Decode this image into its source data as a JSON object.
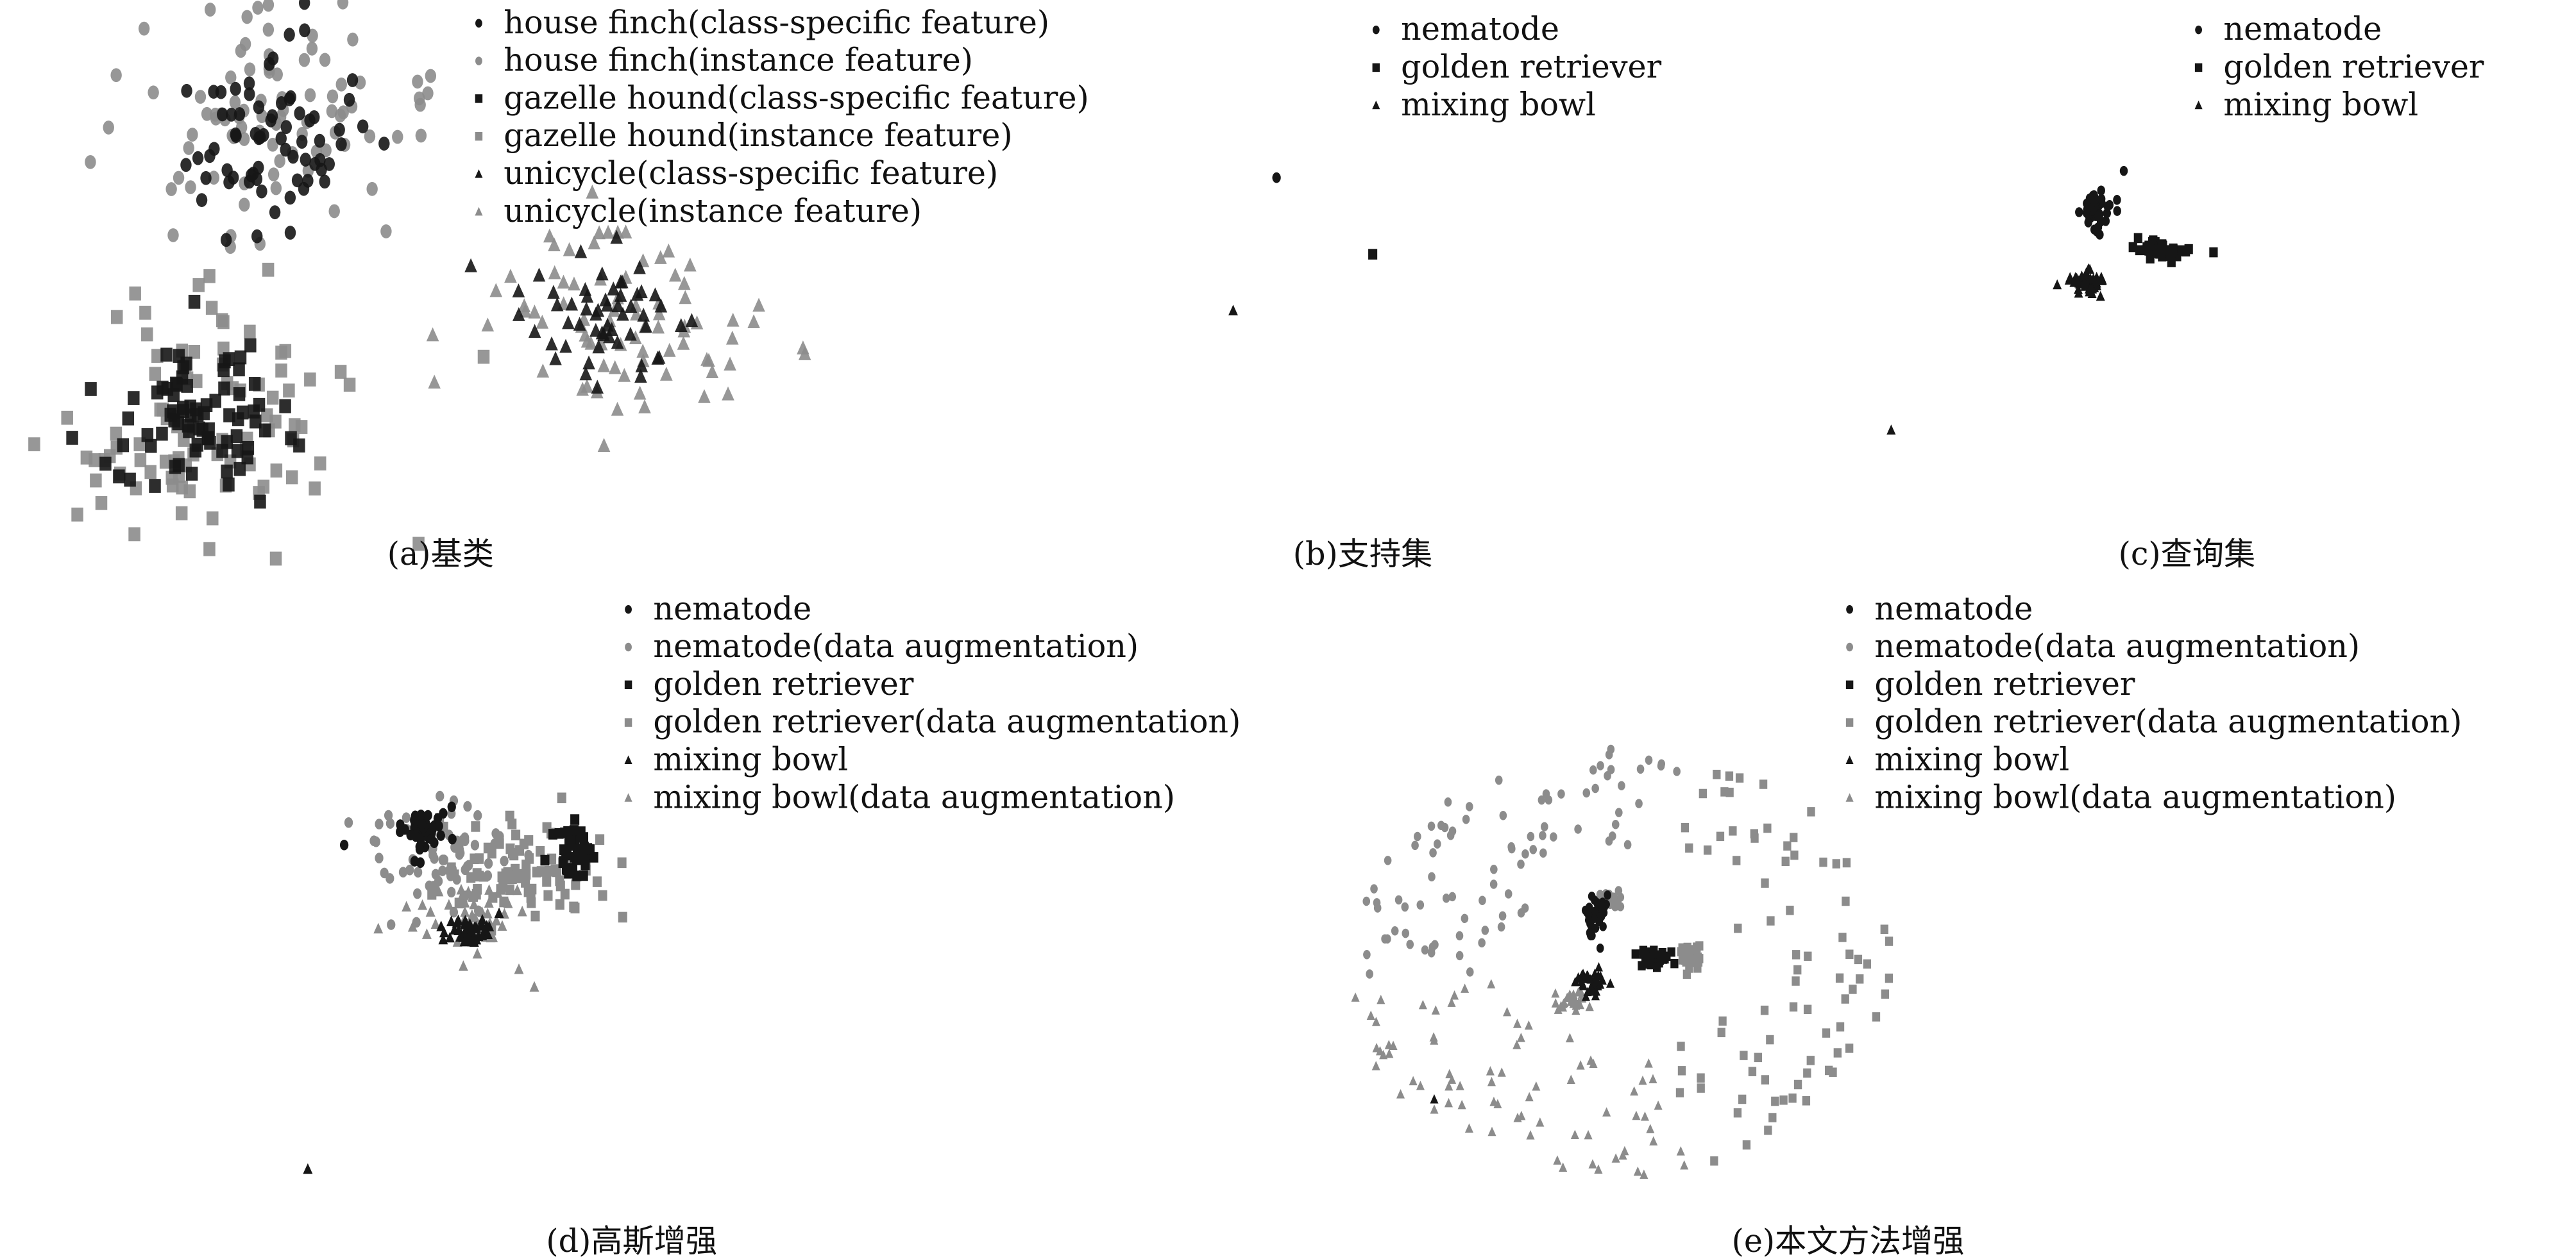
{
  "chart_data": [
    {
      "id": "a",
      "type": "scatter",
      "caption": "(a)基类",
      "xlim": [
        -50,
        50
      ],
      "ylim": [
        -50,
        50
      ],
      "grid": false,
      "legend_placement": "top-right",
      "series": [
        {
          "name": "house finch(class-specific feature)",
          "marker": "circle",
          "color": "#161616",
          "clusters": [
            {
              "cx": -21,
              "cy": 29,
              "sx": 7,
              "sy": 9,
              "n": 70
            }
          ]
        },
        {
          "name": "house finch(instance feature)",
          "marker": "circle",
          "color": "#8c8c8c",
          "clusters": [
            {
              "cx": -21,
              "cy": 29,
              "sx": 12,
              "sy": 14,
              "n": 90
            }
          ]
        },
        {
          "name": "gazelle hound(class-specific feature)",
          "marker": "square",
          "color": "#161616",
          "clusters": [
            {
              "cx": -31.6,
              "cy": -29.3,
              "sx": 7,
              "sy": 8,
              "n": 80
            }
          ]
        },
        {
          "name": "gazelle hound(instance feature)",
          "marker": "square",
          "color": "#8c8c8c",
          "clusters": [
            {
              "cx": -31.6,
              "cy": -29.3,
              "sx": 12,
              "sy": 14,
              "n": 90
            },
            {
              "cx": 13.4,
              "cy": -17.2,
              "sx": 0,
              "sy": 0,
              "n": 1
            }
          ]
        },
        {
          "name": "unicycle(class-specific feature)",
          "marker": "triangle",
          "color": "#161616",
          "clusters": [
            {
              "cx": 33,
              "cy": -10.3,
              "sx": 7,
              "sy": 7,
              "n": 55
            }
          ]
        },
        {
          "name": "unicycle(instance feature)",
          "marker": "triangle",
          "color": "#8c8c8c",
          "clusters": [
            {
              "cx": 33,
              "cy": -10.3,
              "sx": 12,
              "sy": 10,
              "n": 80
            }
          ]
        }
      ]
    },
    {
      "id": "b",
      "type": "scatter",
      "caption": "(b)支持集",
      "xlim": [
        -50,
        50
      ],
      "ylim": [
        -50,
        50
      ],
      "grid": false,
      "legend_placement": "top-right",
      "series": [
        {
          "name": "nematode",
          "marker": "circle",
          "color": "#161616",
          "clusters": [
            {
              "cx": -27.3,
              "cy": 20,
              "sx": 0,
              "sy": 0,
              "n": 1
            }
          ]
        },
        {
          "name": "golden retriever",
          "marker": "square",
          "color": "#161616",
          "clusters": [
            {
              "cx": -8,
              "cy": 4.1,
              "sx": 0,
              "sy": 0,
              "n": 1
            }
          ]
        },
        {
          "name": "mixing bowl",
          "marker": "triangle",
          "color": "#161616",
          "clusters": [
            {
              "cx": -36,
              "cy": -7.6,
              "sx": 0,
              "sy": 0,
              "n": 1
            }
          ]
        }
      ]
    },
    {
      "id": "c",
      "type": "scatter",
      "caption": "(c)查询集",
      "xlim": [
        -50,
        50
      ],
      "ylim": [
        -50,
        50
      ],
      "grid": false,
      "legend_placement": "top-right",
      "series": [
        {
          "name": "nematode",
          "marker": "circle",
          "color": "#161616",
          "clusters": [
            {
              "cx": -9.5,
              "cy": 12.8,
              "sx": 1.3,
              "sy": 2.5,
              "n": 45
            },
            {
              "cx": -5.5,
              "cy": 21.4,
              "sx": 0,
              "sy": 0,
              "n": 1
            }
          ]
        },
        {
          "name": "golden retriever",
          "marker": "square",
          "color": "#161616",
          "clusters": [
            {
              "cx": 0,
              "cy": 4.8,
              "sx": 1.5,
              "sy": 1.3,
              "n": 45
            },
            {
              "cx": 8,
              "cy": 4.5,
              "sx": 0,
              "sy": 0,
              "n": 1
            }
          ]
        },
        {
          "name": "mixing bowl",
          "marker": "triangle",
          "color": "#161616",
          "clusters": [
            {
              "cx": -11.3,
              "cy": -1.7,
              "sx": 1.4,
              "sy": 1.2,
              "n": 45
            },
            {
              "cx": -40.5,
              "cy": -32.4,
              "sx": 0,
              "sy": 0,
              "n": 1
            }
          ]
        }
      ]
    },
    {
      "id": "d",
      "type": "scatter",
      "caption": "(d)高斯增强",
      "xlim": [
        -50,
        50
      ],
      "ylim": [
        -50,
        50
      ],
      "grid": false,
      "legend_placement": "top-right",
      "series": [
        {
          "name": "nematode",
          "marker": "circle",
          "color": "#161616",
          "clusters": [
            {
              "cx": -15,
              "cy": 28.6,
              "sx": 2.5,
              "sy": 2.5,
              "n": 45
            },
            {
              "cx": -31,
              "cy": 25.4,
              "sx": 0,
              "sy": 0,
              "n": 1
            }
          ]
        },
        {
          "name": "nematode(data augmentation)",
          "marker": "circle",
          "color": "#8c8c8c",
          "clusters": [
            {
              "cx": -12,
              "cy": 22,
              "sx": 8,
              "sy": 6,
              "n": 70
            }
          ]
        },
        {
          "name": "golden retriever",
          "marker": "square",
          "color": "#161616",
          "clusters": [
            {
              "cx": 15,
              "cy": 25,
              "sx": 2,
              "sy": 3,
              "n": 45
            }
          ]
        },
        {
          "name": "golden retriever(data augmentation)",
          "marker": "square",
          "color": "#8c8c8c",
          "clusters": [
            {
              "cx": 6,
              "cy": 20,
              "sx": 8,
              "sy": 6,
              "n": 80
            }
          ]
        },
        {
          "name": "mixing bowl",
          "marker": "triangle",
          "color": "#161616",
          "clusters": [
            {
              "cx": -6.7,
              "cy": 7.1,
              "sx": 2.5,
              "sy": 2,
              "n": 45
            },
            {
              "cx": -38.3,
              "cy": -44.3,
              "sx": 0,
              "sy": 0,
              "n": 1
            }
          ]
        },
        {
          "name": "mixing bowl(data augmentation)",
          "marker": "triangle",
          "color": "#8c8c8c",
          "clusters": [
            {
              "cx": -5,
              "cy": 10,
              "sx": 6,
              "sy": 5,
              "n": 50
            }
          ]
        }
      ]
    },
    {
      "id": "e",
      "type": "scatter",
      "caption": "(e)本文方法增强",
      "xlim": [
        -50,
        50
      ],
      "ylim": [
        -50,
        50
      ],
      "grid": false,
      "legend_placement": "top-right",
      "series": [
        {
          "name": "nematode",
          "marker": "circle",
          "color": "#161616",
          "clusters": [
            {
              "cx": -5,
              "cy": 10.7,
              "sx": 1,
              "sy": 2.5,
              "n": 40
            }
          ]
        },
        {
          "name": "nematode(data augmentation)",
          "marker": "circle",
          "color": "#8c8c8c",
          "clusters": [
            {
              "cx": -3,
              "cy": 13.3,
              "sx": 1,
              "sy": 1,
              "n": 30
            }
          ],
          "ring": {
            "cx": -1.25,
            "cy": 0,
            "rx": 40,
            "ry": 46,
            "a0": 75,
            "a1": 185,
            "n": 85
          }
        },
        {
          "name": "golden retriever",
          "marker": "square",
          "color": "#161616",
          "clusters": [
            {
              "cx": 4.25,
              "cy": 1.1,
              "sx": 1.5,
              "sy": 1,
              "n": 40
            }
          ]
        },
        {
          "name": "golden retriever(data augmentation)",
          "marker": "square",
          "color": "#8c8c8c",
          "clusters": [
            {
              "cx": 9.25,
              "cy": 1.1,
              "sx": 1,
              "sy": 1.2,
              "n": 30
            }
          ],
          "ring": {
            "cx": -1.25,
            "cy": 0,
            "rx": 42,
            "ry": 46,
            "a0": -75,
            "a1": 70,
            "n": 80
          }
        },
        {
          "name": "mixing bowl",
          "marker": "triangle",
          "color": "#161616",
          "clusters": [
            {
              "cx": -5.75,
              "cy": -4.3,
              "sx": 1.2,
              "sy": 1.5,
              "n": 40
            },
            {
              "cx": -29.25,
              "cy": -29.3,
              "sx": 0,
              "sy": 0,
              "n": 1
            }
          ]
        },
        {
          "name": "mixing bowl(data augmentation)",
          "marker": "triangle",
          "color": "#8c8c8c",
          "clusters": [
            {
              "cx": -8.2,
              "cy": -8.2,
              "sx": 1.2,
              "sy": 1.3,
              "n": 30
            }
          ],
          "ring": {
            "cx": -1.25,
            "cy": 0,
            "rx": 44,
            "ry": 46,
            "a0": 190,
            "a1": 285,
            "n": 75
          }
        }
      ]
    }
  ]
}
